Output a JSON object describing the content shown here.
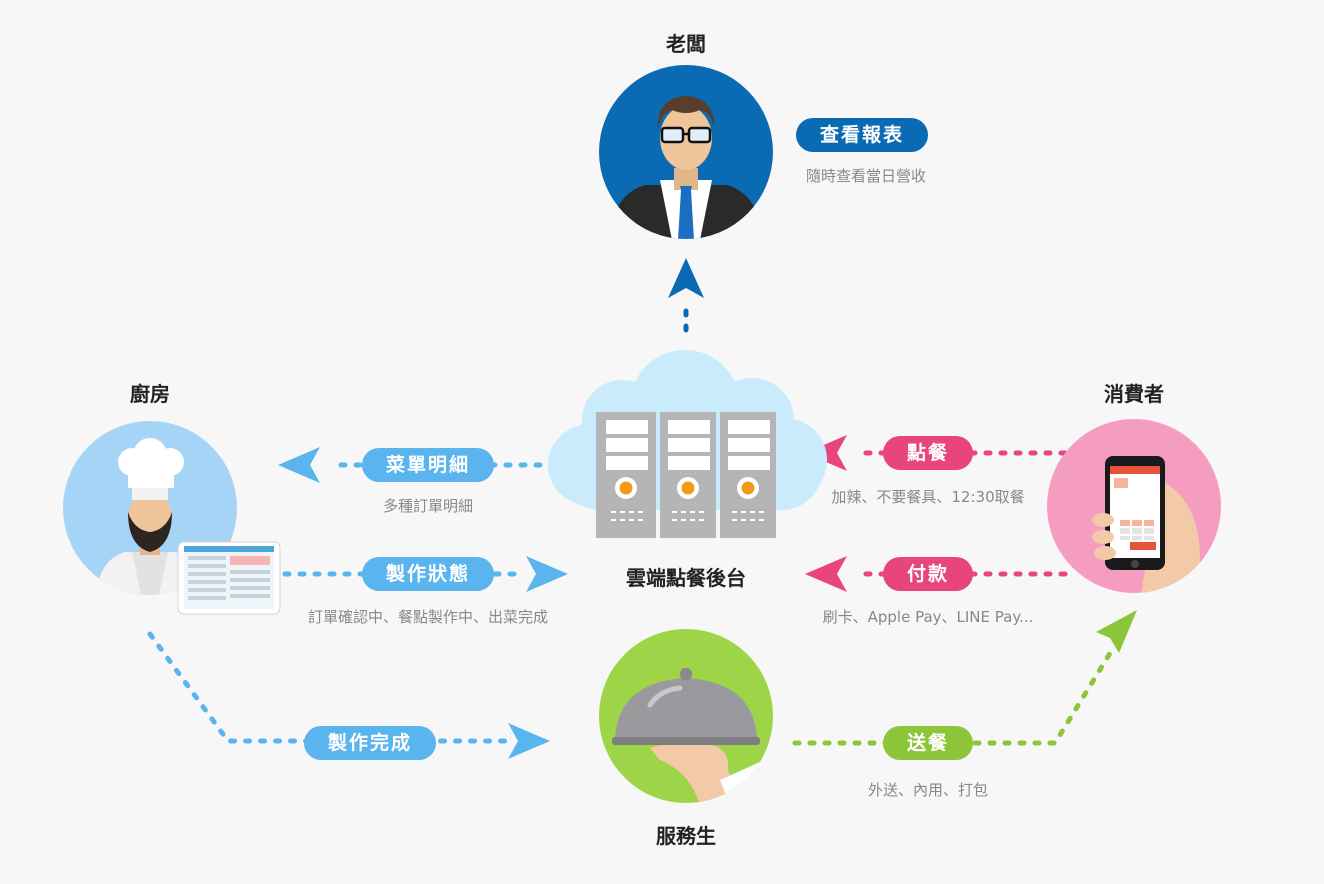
{
  "nodes": {
    "boss": "老闆",
    "kitchen": "廚房",
    "customer": "消費者",
    "cloud": "雲端點餐後台",
    "waiter": "服務生"
  },
  "flows": {
    "report": {
      "label": "查看報表",
      "desc": "隨時查看當日營收"
    },
    "menu_detail": {
      "label": "菜單明細",
      "desc": "多種訂單明細"
    },
    "status": {
      "label": "製作狀態",
      "desc": "訂單確認中、餐點製作中、出菜完成"
    },
    "order": {
      "label": "點餐",
      "desc": "加辣、不要餐具、12:30取餐"
    },
    "pay": {
      "label": "付款",
      "desc": "刷卡、Apple Pay、LINE Pay..."
    },
    "done": {
      "label": "製作完成"
    },
    "deliver": {
      "label": "送餐",
      "desc": "外送、內用、打包"
    }
  },
  "colors": {
    "dark_blue": "#0a6ab4",
    "light_blue": "#5ab4ee",
    "pink": "#e8457f",
    "green": "#8cc43a",
    "cloud": "#c9ebfb",
    "kitchen_bg": "#a6d4f6",
    "customer_bg": "#f49dc0",
    "waiter_bg": "#9ed548"
  }
}
